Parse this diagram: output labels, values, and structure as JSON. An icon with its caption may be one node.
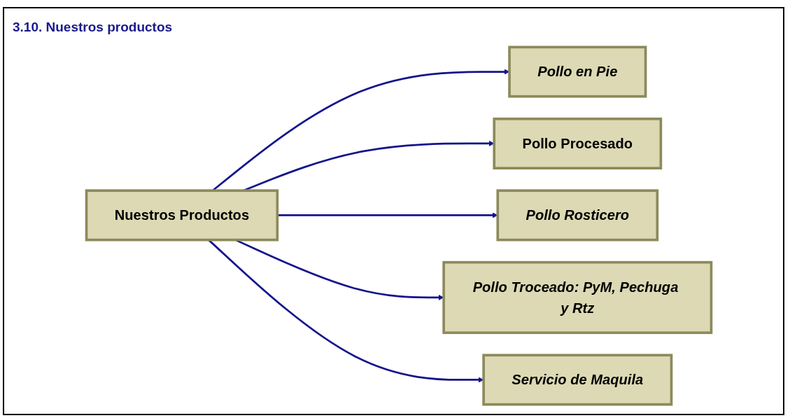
{
  "diagram": {
    "title": "3.10. Nuestros productos",
    "nodes": [
      {
        "text": [
          "Nuestros Productos"
        ]
      },
      {
        "text": [
          "Pollo en Pie"
        ]
      },
      {
        "text": [
          "Pollo Procesado"
        ]
      },
      {
        "text": [
          "Pollo Rosticero"
        ]
      },
      {
        "text": [
          "Pollo Troceado: PyM, Pechuga y Rtz"
        ]
      },
      {
        "text": [
          "Servicio de Maquila"
        ]
      }
    ],
    "edges": [
      {
        "from": 0,
        "to": 1,
        "arrow": "to"
      },
      {
        "from": 0,
        "to": 2,
        "arrow": "to"
      },
      {
        "from": 0,
        "to": 3,
        "arrow": "to"
      },
      {
        "from": 0,
        "to": 4,
        "arrow": "to"
      },
      {
        "from": 0,
        "to": 5,
        "arrow": "to"
      }
    ]
  }
}
